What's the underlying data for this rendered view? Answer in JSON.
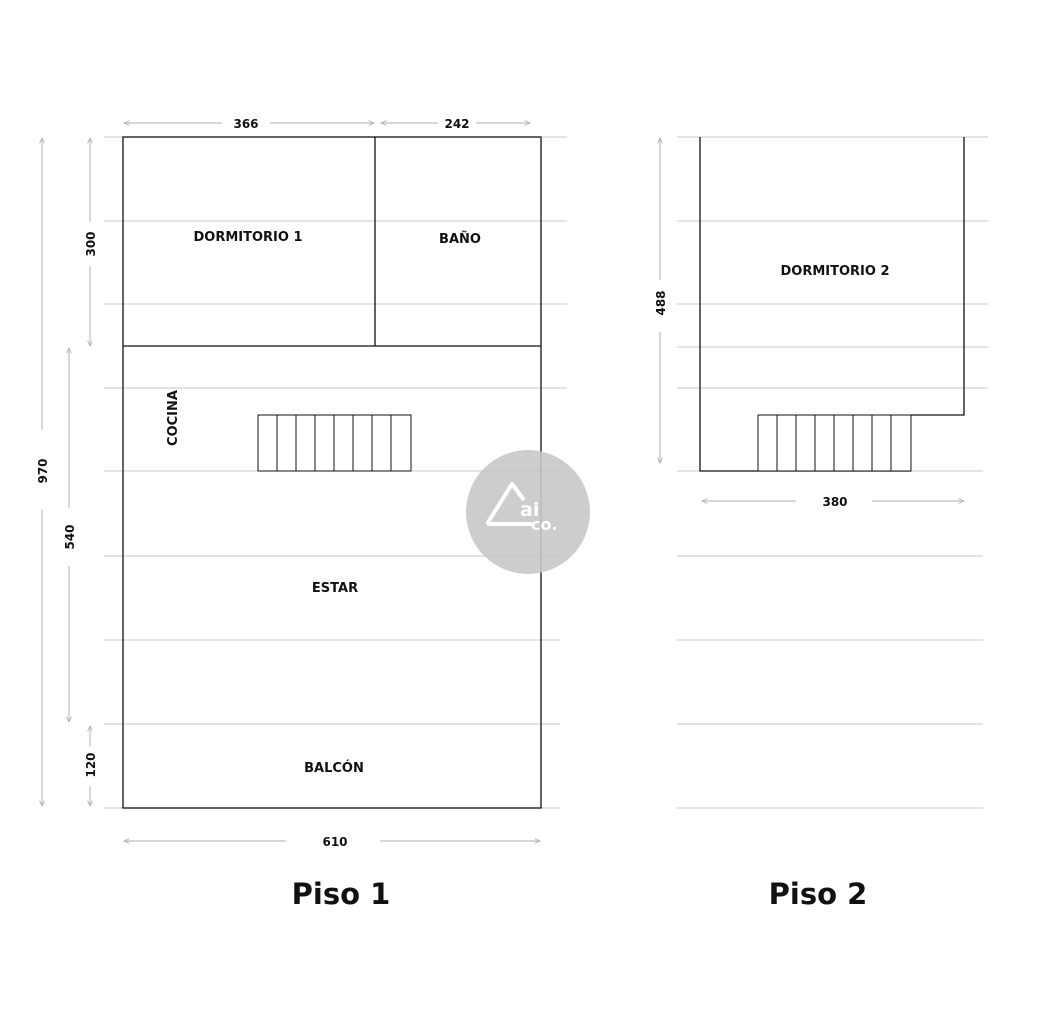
{
  "floors": [
    {
      "title": "Piso 1",
      "rooms": [
        "DORMITORIO 1",
        "BAÑO",
        "COCINA",
        "ESTAR",
        "BALCÓN"
      ],
      "dimensions": {
        "d366": "366",
        "d242": "242",
        "d300": "300",
        "d970": "970",
        "d540": "540",
        "d120": "120",
        "d610": "610"
      }
    },
    {
      "title": "Piso 2",
      "rooms": [
        "DORMITORIO 2"
      ],
      "dimensions": {
        "d488": "488",
        "d380": "380"
      }
    }
  ],
  "logo": {
    "text_top": "ai",
    "text_bottom": "co.",
    "color": "#c8c8c8"
  },
  "colors": {
    "wall": "#111111",
    "grid": "#c9c9c9",
    "dim": "#b0b0b0"
  }
}
